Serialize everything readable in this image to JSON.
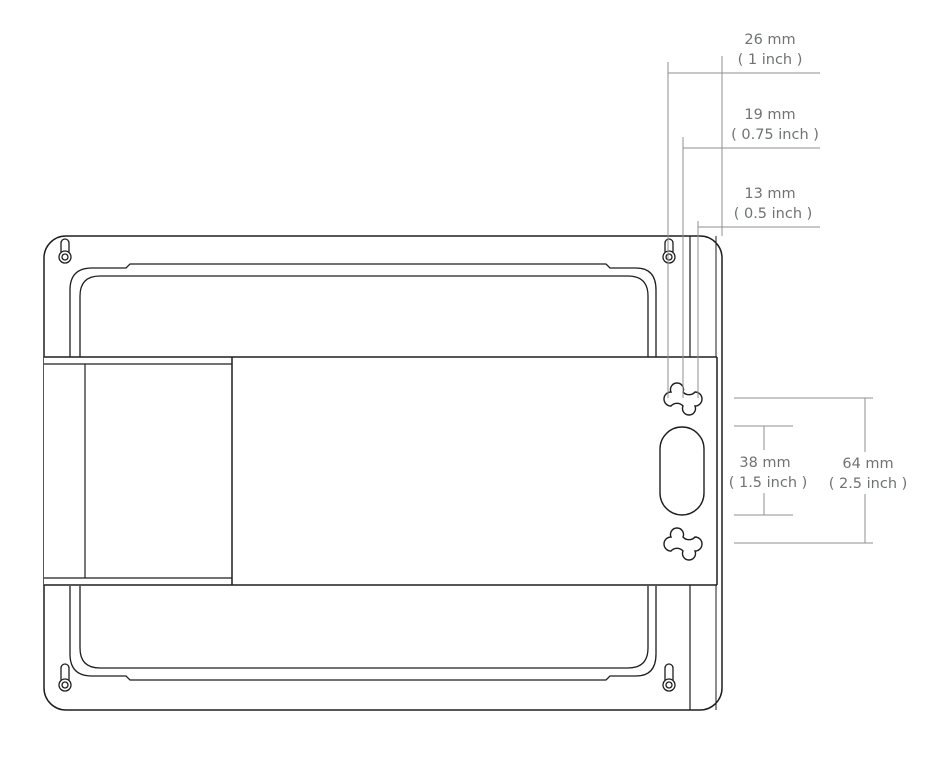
{
  "drawing_title": "",
  "colors": {
    "outline": "#1e1e1e",
    "dimension": "#8e9292",
    "dimension_text": "#6f7373",
    "background": "#ffffff"
  },
  "dimensions": {
    "offset_26": {
      "metric": "26 mm",
      "imperial": "( 1 inch )"
    },
    "offset_19": {
      "metric": "19 mm",
      "imperial": "( 0.75 inch )"
    },
    "offset_13": {
      "metric": "13 mm",
      "imperial": "( 0.5 inch )"
    },
    "spacing_38": {
      "metric": "38 mm",
      "imperial": "( 1.5 inch )"
    },
    "spacing_64": {
      "metric": "64 mm",
      "imperial": "( 2.5 inch )"
    }
  }
}
